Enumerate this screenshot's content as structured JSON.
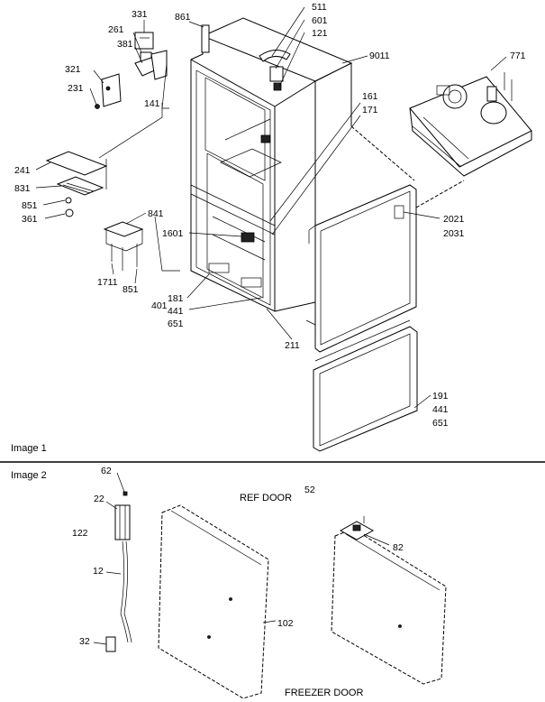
{
  "image1": {
    "caption": "Image 1",
    "callouts": {
      "c331": "331",
      "c261": "261",
      "c381": "381",
      "c321": "321",
      "c231": "231",
      "c141": "141",
      "c861": "861",
      "c511": "511",
      "c601": "601",
      "c121": "121",
      "c9011": "9011",
      "c771": "771",
      "c161": "161",
      "c171": "171",
      "c241": "241",
      "c831": "831",
      "c851a": "851",
      "c361": "361",
      "c841": "841",
      "c1601": "1601",
      "c1711": "1711",
      "c851b": "851",
      "c401": "401",
      "c181": "181",
      "c441a": "441",
      "c651a": "651",
      "c211": "211",
      "c2021": "2021",
      "c2031": "2031",
      "c191": "191",
      "c441b": "441",
      "c651b": "651"
    }
  },
  "image2": {
    "caption": "Image 2",
    "title_ref": "REF DOOR",
    "title_freezer": "FREEZER DOOR",
    "callouts": {
      "c62": "62",
      "c22": "22",
      "c122": "122",
      "c12": "12",
      "c32": "32",
      "c52": "52",
      "c82": "82",
      "c102": "102"
    }
  }
}
